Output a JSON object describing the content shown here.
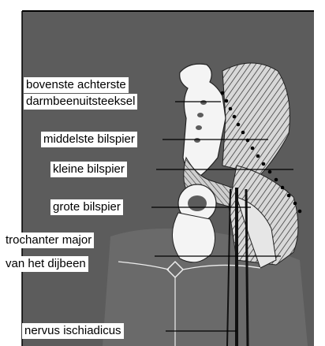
{
  "labels": {
    "posterior_superior_iliac_spine_line1": "bovenste achterste",
    "posterior_superior_iliac_spine_line2": "darmbeenuitsteeksel",
    "gluteus_medius": "middelste bilspier",
    "gluteus_minimus": "kleine bilspier",
    "gluteus_maximus": "grote bilspier",
    "greater_trochanter_line1": "trochanter major",
    "greater_trochanter_line2": "van het dijbeen",
    "sciatic_nerve": "nervus ischiadicus"
  },
  "colors": {
    "background_tone": "#5a5a5a",
    "bone": "#f4f4f4",
    "muscle_hatching": "#2a2a2a",
    "nerve": "#111111",
    "label_background": "#ffffff"
  }
}
